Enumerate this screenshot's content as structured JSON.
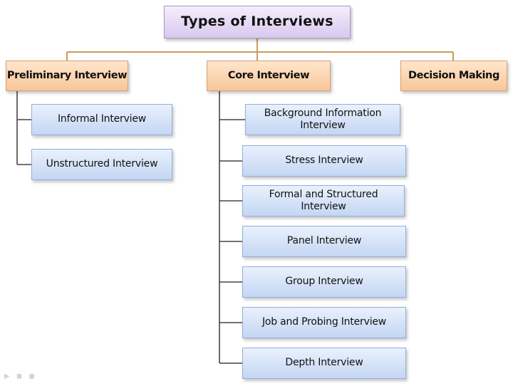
{
  "title": "Types of Interviews",
  "colors": {
    "root_fill": "#dccdf0",
    "level1_fill": "#f8c69a",
    "level2_fill": "#c4d6f3",
    "connector": "#cc9a5c",
    "child_connector": "#444444"
  },
  "categories": [
    {
      "label": "Preliminary Interview",
      "children": [
        "Informal Interview",
        "Unstructured Interview"
      ]
    },
    {
      "label": "Core Interview",
      "children": [
        "Background Information Interview",
        "Stress Interview",
        "Formal and Structured Interview",
        "Panel Interview",
        "Group Interview",
        "Job and Probing Interview",
        "Depth Interview"
      ]
    },
    {
      "label": "Decision Making",
      "children": []
    }
  ]
}
